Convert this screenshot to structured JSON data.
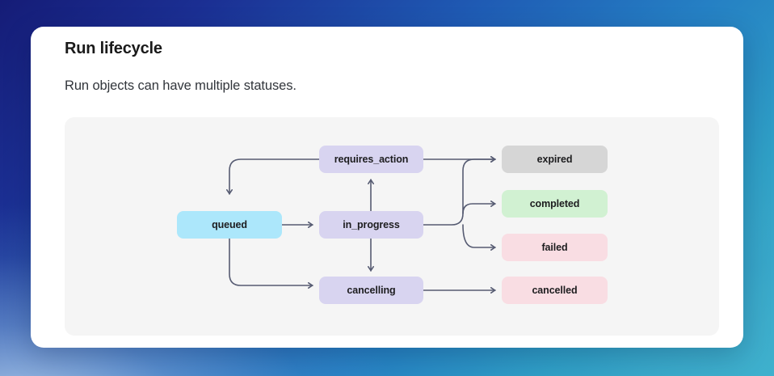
{
  "header": {
    "title": "Run lifecycle",
    "subtitle": "Run objects can have multiple statuses."
  },
  "diagram": {
    "type": "state-flow",
    "nodes": [
      {
        "id": "queued",
        "label": "queued",
        "color": "#ace7fb",
        "column": "a",
        "row": "mid"
      },
      {
        "id": "requires_action",
        "label": "requires_action",
        "color": "#d8d4f0",
        "column": "b",
        "row": "req"
      },
      {
        "id": "in_progress",
        "label": "in_progress",
        "color": "#d8d4f0",
        "column": "b",
        "row": "mid"
      },
      {
        "id": "cancelling",
        "label": "cancelling",
        "color": "#d8d4f0",
        "column": "b",
        "row": "cancel"
      },
      {
        "id": "expired",
        "label": "expired",
        "color": "#d6d6d6",
        "column": "c",
        "row": "req"
      },
      {
        "id": "completed",
        "label": "completed",
        "color": "#d1f1d2",
        "column": "c",
        "row": "done"
      },
      {
        "id": "failed",
        "label": "failed",
        "color": "#f9dde3",
        "column": "c",
        "row": "fail"
      },
      {
        "id": "cancelled",
        "label": "cancelled",
        "color": "#f9dde3",
        "column": "c",
        "row": "cancel"
      }
    ],
    "edges": [
      {
        "from": "requires_action",
        "to": "queued"
      },
      {
        "from": "queued",
        "to": "in_progress"
      },
      {
        "from": "queued",
        "to": "cancelling"
      },
      {
        "from": "in_progress",
        "to": "requires_action"
      },
      {
        "from": "in_progress",
        "to": "cancelling"
      },
      {
        "from": "in_progress",
        "to": "completed"
      },
      {
        "from": "in_progress",
        "to": "failed"
      },
      {
        "from": "requires_action",
        "to": "expired"
      },
      {
        "from": "cancelling",
        "to": "cancelled"
      }
    ],
    "edge_color": "#565b72"
  }
}
